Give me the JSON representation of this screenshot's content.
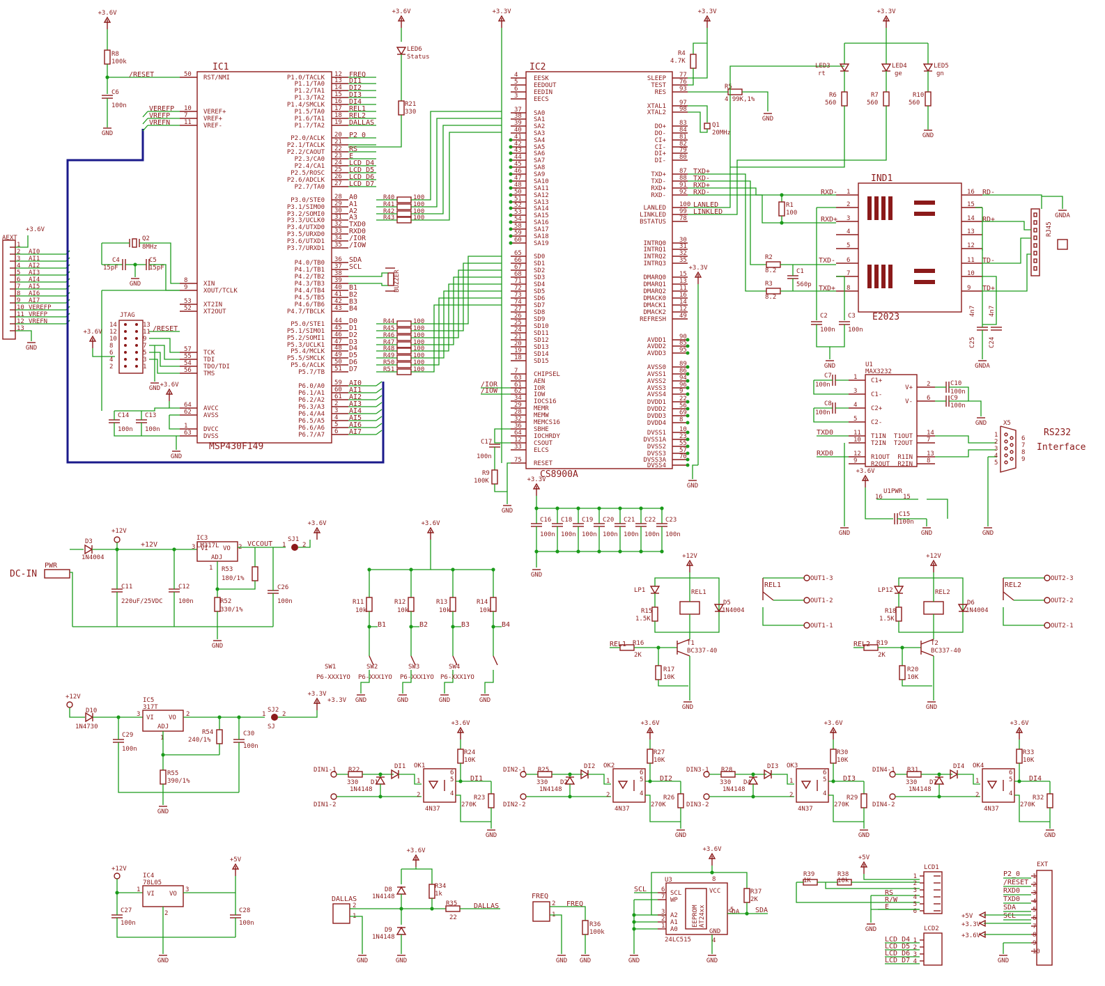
{
  "rails": {
    "v36": "+3.6V",
    "v33": "+3.3V",
    "v12": "+12V",
    "v5": "+5V",
    "gnd": "GND",
    "gnda": "GNDA"
  },
  "ic1": {
    "ref": "IC1",
    "part": "MSP430F149",
    "left_pins": [
      [
        "50",
        "RST/NMI"
      ],
      [
        "10",
        "VEREF+"
      ],
      [
        "7",
        "VREF+"
      ],
      [
        "11",
        "VREF-"
      ],
      [
        "8",
        "XIN"
      ],
      [
        "9",
        "XOUT/TCLK"
      ],
      [
        "53",
        "XT2IN"
      ],
      [
        "52",
        "XT2OUT"
      ],
      [
        "57",
        "TCK"
      ],
      [
        "55",
        "TDI"
      ],
      [
        "54",
        "TDO/TDI"
      ],
      [
        "56",
        "TMS"
      ],
      [
        "64",
        "AVCC"
      ],
      [
        "62",
        "AVSS"
      ],
      [
        "1",
        "DVCC"
      ],
      [
        "63",
        "DVSS"
      ]
    ],
    "right_pins": [
      [
        "12",
        "P1.0/TACLK",
        "FREQ"
      ],
      [
        "13",
        "P1.1/TA0",
        "DI1"
      ],
      [
        "14",
        "P1.2/TA1",
        "DI2"
      ],
      [
        "15",
        "P1.3/TA2",
        "DI3"
      ],
      [
        "16",
        "P1.4/SMCLK",
        "DI4"
      ],
      [
        "17",
        "P1.5/TA0",
        "REL1"
      ],
      [
        "18",
        "P1.6/TA1",
        "REL2"
      ],
      [
        "19",
        "P1.7/TA2",
        "DALLAS"
      ],
      [
        "20",
        "P2.0/ACLK",
        "P2_0"
      ],
      [
        "21",
        "P2.1/TACLK",
        ""
      ],
      [
        "22",
        "P2.2/CAOUT",
        "RS"
      ],
      [
        "23",
        "P2.3/CA0",
        "E"
      ],
      [
        "24",
        "P2.4/CA1",
        "LCD_D4"
      ],
      [
        "25",
        "P2.5/ROSC",
        "LCD_D5"
      ],
      [
        "26",
        "P2.6/ADCLK",
        "LCD_D6"
      ],
      [
        "27",
        "P2.7/TA0",
        "LCD_D7"
      ],
      [
        "28",
        "P3.0/STE0",
        "A0"
      ],
      [
        "29",
        "P3.1/SIMO0",
        "A1"
      ],
      [
        "30",
        "P3.2/SOMI0",
        "A2"
      ],
      [
        "31",
        "P3.3/UCLK0",
        "A3"
      ],
      [
        "32",
        "P3.4/UTXD0",
        "TXD0"
      ],
      [
        "33",
        "P3.5/URXD0",
        "RXD0"
      ],
      [
        "34",
        "P3.6/UTXD1",
        "/IOR"
      ],
      [
        "35",
        "P3.7/URXD1",
        "/IOW"
      ],
      [
        "36",
        "P4.0/TB0",
        "SDA"
      ],
      [
        "37",
        "P4.1/TB1",
        "SCL"
      ],
      [
        "38",
        "P4.2/TB2",
        ""
      ],
      [
        "39",
        "P4.3/TB3",
        ""
      ],
      [
        "40",
        "P4.4/TB4",
        "B1"
      ],
      [
        "41",
        "P4.5/TB5",
        "B2"
      ],
      [
        "42",
        "P4.6/TB6",
        "B3"
      ],
      [
        "43",
        "P4.7/TBCLK",
        "B4"
      ],
      [
        "44",
        "P5.0/STE1",
        "D0"
      ],
      [
        "45",
        "P5.1/SIMO1",
        "D1"
      ],
      [
        "46",
        "P5.2/SOMI1",
        "D2"
      ],
      [
        "47",
        "P5.3/UCLK1",
        "D3"
      ],
      [
        "48",
        "P5.4/MCLK",
        "D4"
      ],
      [
        "49",
        "P5.5/SMCLK",
        "D5"
      ],
      [
        "50",
        "P5.6/ACLK",
        "D6"
      ],
      [
        "51",
        "P5.7/TB",
        "D7"
      ],
      [
        "59",
        "P6.0/A0",
        "AI0"
      ],
      [
        "60",
        "P6.1/A1",
        "AI1"
      ],
      [
        "61",
        "P6.2/A2",
        "AI2"
      ],
      [
        "2",
        "P6.3/A3",
        "AI3"
      ],
      [
        "3",
        "P6.4/A4",
        "AI4"
      ],
      [
        "4",
        "P6.5/A5",
        "AI5"
      ],
      [
        "5",
        "P6.6/A6",
        "AI6"
      ],
      [
        "6",
        "P6.7/A7",
        "AI7"
      ]
    ]
  },
  "ic2": {
    "ref": "IC2",
    "part": "CS8900A",
    "left_pins": [
      [
        "4",
        "EESK"
      ],
      [
        "5",
        "EEDOUT"
      ],
      [
        "6",
        "EEDIN"
      ],
      [
        "3",
        "EECS"
      ],
      [
        "37",
        "SA0"
      ],
      [
        "38",
        "SA1"
      ],
      [
        "39",
        "SA2"
      ],
      [
        "40",
        "SA3"
      ],
      [
        "41",
        "SA4"
      ],
      [
        "42",
        "SA5"
      ],
      [
        "43",
        "SA6"
      ],
      [
        "44",
        "SA7"
      ],
      [
        "45",
        "SA8"
      ],
      [
        "46",
        "SA9"
      ],
      [
        "47",
        "SA10"
      ],
      [
        "48",
        "SA11"
      ],
      [
        "50",
        "SA12"
      ],
      [
        "51",
        "SA13"
      ],
      [
        "52",
        "SA14"
      ],
      [
        "53",
        "SA15"
      ],
      [
        "54",
        "SA16"
      ],
      [
        "58",
        "SA17"
      ],
      [
        "59",
        "SA18"
      ],
      [
        "60",
        "SA19"
      ],
      [
        "65",
        "SD0"
      ],
      [
        "66",
        "SD1"
      ],
      [
        "67",
        "SD2"
      ],
      [
        "68",
        "SD3"
      ],
      [
        "71",
        "SD4"
      ],
      [
        "72",
        "SD5"
      ],
      [
        "73",
        "SD6"
      ],
      [
        "74",
        "SD7"
      ],
      [
        "27",
        "SD8"
      ],
      [
        "26",
        "SD9"
      ],
      [
        "25",
        "SD10"
      ],
      [
        "24",
        "SD11"
      ],
      [
        "21",
        "SD12"
      ],
      [
        "20",
        "SD13"
      ],
      [
        "19",
        "SD14"
      ],
      [
        "18",
        "SD15"
      ],
      [
        "7",
        "CHIPSEL"
      ],
      [
        "63",
        "AEN"
      ],
      [
        "61",
        "IOR"
      ],
      [
        "62",
        "IOW"
      ],
      [
        "34",
        "IOCS16"
      ],
      [
        "29",
        "MEMR"
      ],
      [
        "28",
        "MEMW"
      ],
      [
        "32",
        "MEMCS16"
      ],
      [
        "36",
        "SBHE"
      ],
      [
        "64",
        "IOCHRDY"
      ],
      [
        "12",
        "CSOUT"
      ],
      [
        "33",
        "ELCS"
      ],
      [
        "75",
        "RESET"
      ]
    ],
    "right_pins": [
      [
        "77",
        "SLEEP"
      ],
      [
        "76",
        "TEST"
      ],
      [
        "93",
        "RES"
      ],
      [
        "97",
        "XTAL1"
      ],
      [
        "98",
        "XTAL2"
      ],
      [
        "83",
        "DO+"
      ],
      [
        "84",
        "DO-"
      ],
      [
        "81",
        "CI+"
      ],
      [
        "82",
        "CI-"
      ],
      [
        "79",
        "DI+"
      ],
      [
        "80",
        "DI-"
      ],
      [
        "87",
        "TXD+"
      ],
      [
        "88",
        "TXD-"
      ],
      [
        "91",
        "RXD+"
      ],
      [
        "92",
        "RXD-"
      ],
      [
        "100",
        "LANLED"
      ],
      [
        "99",
        "LINKLED"
      ],
      [
        "78",
        "BSTATUS"
      ],
      [
        "30",
        "INTRQ0"
      ],
      [
        "31",
        "INTRQ1"
      ],
      [
        "32",
        "INTRQ2"
      ],
      [
        "35",
        "INTRQ3"
      ],
      [
        "15",
        "DMARQ0"
      ],
      [
        "13",
        "DMARQ1"
      ],
      [
        "11",
        "DMARQ2"
      ],
      [
        "16",
        "DMACK0"
      ],
      [
        "14",
        "DMACK1"
      ],
      [
        "12",
        "DMACK2"
      ],
      [
        "49",
        "REFRESH"
      ],
      [
        "90",
        "AVDD1"
      ],
      [
        "85",
        "AVDD2"
      ],
      [
        "95",
        "AVDD3"
      ],
      [
        "89",
        "AVSS0"
      ],
      [
        "86",
        "AVSS1"
      ],
      [
        "94",
        "AVSS2"
      ],
      [
        "96",
        "AVSS3"
      ],
      [
        "9",
        "AVSS4"
      ],
      [
        "22",
        "DVDD1"
      ],
      [
        "56",
        "DVDD2"
      ],
      [
        "69",
        "DVDD3"
      ],
      [
        "8",
        "DVDD4"
      ],
      [
        "10",
        "DVSS1"
      ],
      [
        "23",
        "DVSS1A"
      ],
      [
        "55",
        "DVSS2"
      ],
      [
        "57",
        "DVSS3"
      ],
      [
        "70",
        "DVSS3A"
      ],
      [
        "",
        "DVSS4"
      ]
    ]
  },
  "labels": {
    "aext": "AEXT",
    "jtag": "JTAG",
    "q2": "Q2",
    "q2v": "8MHz",
    "c4": "C4",
    "c4v": "15pF",
    "c5": "C5",
    "c5v": "15pF",
    "r8": "R8",
    "r8v": "100k",
    "c6": "C6",
    "c6v": "100n",
    "reset": "/RESET",
    "verefp": "VEREFP",
    "vrefp": "VREFP",
    "vrefn": "VREFN",
    "led6": "LED6",
    "status": "Status",
    "r21": "R21",
    "r21v": "330",
    "buzzer": "BUZZER",
    "r40": "R40",
    "r41": "R41",
    "r42": "R42",
    "r43": "R43",
    "r44": "R44",
    "r45": "R45",
    "r46": "R46",
    "r47": "R47",
    "r48": "R48",
    "r49": "R49",
    "r50": "R50",
    "r51": "R51",
    "r100": "100",
    "c14": "C14",
    "c13": "C13",
    "c100n": "100n",
    "r4": "R4",
    "r4v": "4.7K",
    "r5": "R5",
    "r5v": "4.99K,1%",
    "q1": "Q1",
    "q1v": "20MHz",
    "c17": "C17",
    "r9": "R9",
    "r9v": "100K",
    "led3": "LED3",
    "led4": "LED4",
    "led5": "LED5",
    "rt": "rt",
    "ge": "ge",
    "gn": "gn",
    "r6": "R6",
    "r7": "R7",
    "r10": "R10",
    "r560": "560",
    "ind1": "IND1",
    "e2023": "E2023",
    "r1": "R1",
    "r1v": "100",
    "r2": "R2",
    "r3": "R3",
    "r82": "8.2",
    "c1": "C1",
    "c1v": "560p",
    "c2": "C2",
    "c3": "C3",
    "c25": "C25",
    "c24": "C24",
    "c4n7": "4n7",
    "rj45": "RJ45",
    "rxdm": "RXD-",
    "rxdp": "RXD+",
    "txdm": "TXD-",
    "txdp": "TXD+",
    "rdm": "RD-",
    "rdp": "RD+",
    "tdm": "TD-",
    "tdp": "TD+",
    "u1": "U1",
    "max3232": "MAX3232",
    "c7": "C7",
    "c8": "C8",
    "c9": "C9",
    "c10": "C10",
    "x5": "X5",
    "rs232": "RS232",
    "interface": "Interface",
    "txd0": "TXD0",
    "rxd0": "RXD0",
    "u1pwr": "U1PWR",
    "c15": "C15",
    "c16": "C16",
    "c18": "C18",
    "c19": "C19",
    "c20": "C20",
    "c21": "C21",
    "c22": "C22",
    "c23": "C23",
    "dcin": "DC-IN",
    "pwr": "PWR",
    "d3": "D3",
    "n4004": "1N4004",
    "ic3": "IC3",
    "lm317l": "LM317L",
    "c11": "C11",
    "c11v": "220uF/25VDC",
    "c12": "C12",
    "r53": "R53",
    "r53v": "180/1%",
    "r52": "R52",
    "r52v": "330/1%",
    "c26": "C26",
    "sj1": "SJ1",
    "vccout": "VCCOUT",
    "r11": "R11",
    "r12": "R12",
    "r13": "R13",
    "r14": "R14",
    "r10k": "10k",
    "b1": "B1",
    "b2": "B2",
    "b3": "B3",
    "b4": "B4",
    "sw1": "SW1",
    "sw2": "SW2",
    "sw3": "SW3",
    "sw4": "SW4",
    "swpart": "P6-XXX1YO",
    "lp1": "LP1",
    "lp12": "LP12",
    "rel1": "REL1",
    "rel2": "REL2",
    "d5": "D5",
    "d6": "D6",
    "r15": "R15",
    "r15v": "1.5K",
    "r18": "R18",
    "r16": "R16",
    "r19": "R19",
    "r2k": "2K",
    "t1": "T1",
    "t2": "T2",
    "bc337": "BC337-40",
    "r17": "R17",
    "r20": "R20",
    "r10k2": "10K",
    "out13": "OUT1-3",
    "out12": "OUT1-2",
    "out11": "OUT1-1",
    "out23": "OUT2-3",
    "out22": "OUT2-2",
    "out21": "OUT2-1",
    "d10": "D10",
    "n4730": "1N4730",
    "ic5": "IC5",
    "i317t": "317T",
    "c29": "C29",
    "r54": "R54",
    "r54v": "240/1%",
    "r55": "R55",
    "r55v": "390/1%",
    "c30": "C30",
    "sj2": "SJ2",
    "sj": "SJ",
    "din11": "DIN1-1",
    "din12": "DIN1-2",
    "din21": "DIN2-1",
    "din22": "DIN2-2",
    "din31": "DIN3-1",
    "din32": "DIN3-2",
    "din41": "DIN4-1",
    "din42": "DIN4-2",
    "r22": "R22",
    "r25": "R25",
    "r28": "R28",
    "r31": "R31",
    "r330": "330",
    "d1": "D1",
    "d2": "D2",
    "d4": "D4",
    "d7": "D7",
    "n4148": "1N4148",
    "di1": "DI1",
    "di2": "DI2",
    "di3": "DI3",
    "di4": "DI4",
    "ok1": "OK1",
    "ok2": "OK2",
    "ok3": "OK3",
    "ok4": "OK4",
    "n37": "4N37",
    "r24": "R24",
    "r27": "R27",
    "r30": "R30",
    "r33": "R33",
    "r23": "R23",
    "r26": "R26",
    "r29": "R29",
    "r32": "R32",
    "r270k": "270K",
    "ic4": "IC4",
    "i78l05": "78L05",
    "c27": "C27",
    "c28": "C28",
    "vi": "VI",
    "vo": "VO",
    "adj": "ADJ",
    "d8": "D8",
    "d9": "D9",
    "r34": "R34",
    "r34v": "1k",
    "r35": "R35",
    "r35v": "22",
    "dallas": "DALLAS",
    "freq": "FREQ",
    "r36": "R36",
    "r36v": "100k",
    "u3": "U3",
    "u3part": "24LC515",
    "eeprom": "EEPROM",
    "eepromp": "AT24xx",
    "r37": "R37",
    "r37v": "2K",
    "scl": "SCL",
    "sda": "SDA",
    "wp": "WP",
    "a2": "A2",
    "a1": "A1",
    "a0": "A0",
    "vcc": "VCC",
    "r39": "R39",
    "r38": "R38",
    "r1k": "1K",
    "lcd1": "LCD1",
    "lcd2": "LCD2",
    "rs": "RS",
    "rw": "R/W",
    "e": "E",
    "lcdd4": "LCD_D4",
    "lcdd5": "LCD_D5",
    "lcdd6": "LCD_D6",
    "lcdd7": "LCD_D7",
    "ext": "EXT",
    "p20": "P2_0",
    "resetx": "/RESET",
    "rxd0x": "RXD0",
    "txd0x": "TXD0",
    "sdax": "SDA",
    "sclx": "SCL"
  }
}
